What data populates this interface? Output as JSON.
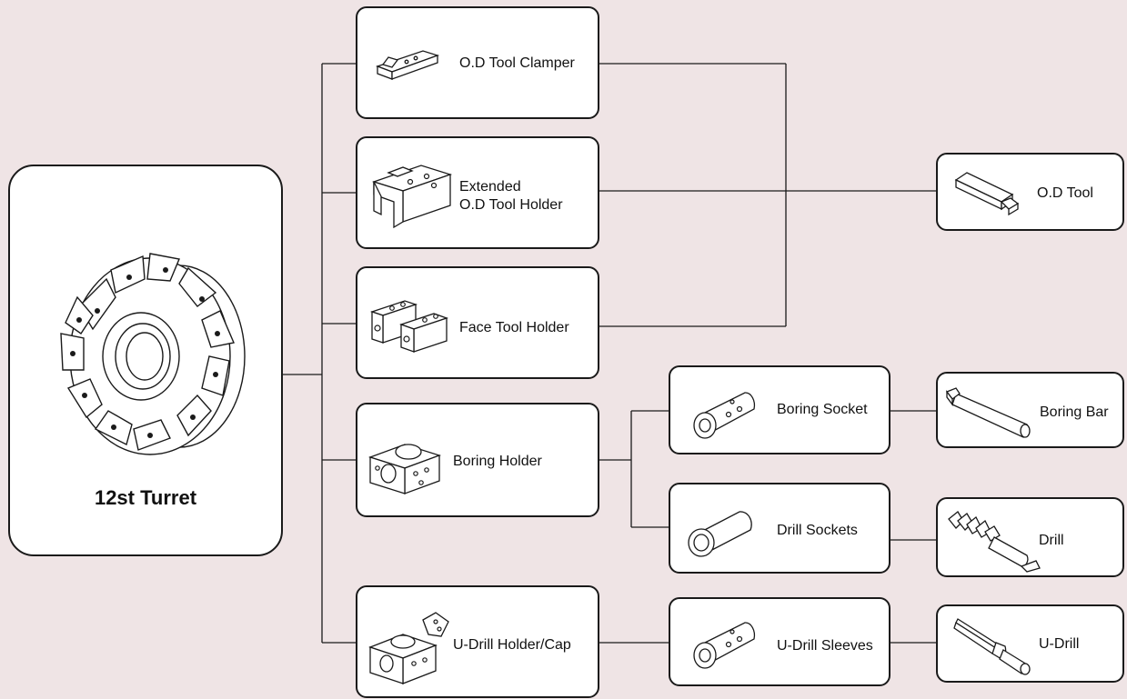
{
  "root": {
    "label": "12st Turret"
  },
  "nodes": {
    "od_tool_clamper": "O.D Tool Clamper",
    "extended_od_tool_holder_line1": "Extended",
    "extended_od_tool_holder_line2": "O.D Tool Holder",
    "face_tool_holder": "Face Tool Holder",
    "boring_holder": "Boring Holder",
    "u_drill_holder_cap": "U-Drill Holder/Cap",
    "boring_socket": "Boring Socket",
    "drill_sockets": "Drill Sockets",
    "u_drill_sleeves": "U-Drill Sleeves",
    "od_tool": "O.D Tool",
    "boring_bar": "Boring Bar",
    "drill": "Drill",
    "u_drill": "U-Drill"
  },
  "colors": {
    "background": "#efe4e5",
    "box_fill": "#ffffff",
    "stroke": "#1a1a1a"
  },
  "icons": [
    "turret-icon",
    "clamper-icon",
    "extended-holder-icon",
    "face-holder-icon",
    "boring-holder-icon",
    "u-drill-holder-icon",
    "socket-icon",
    "drill-socket-icon",
    "sleeve-icon",
    "od-tool-icon",
    "boring-bar-icon",
    "drill-icon",
    "u-drill-icon"
  ]
}
